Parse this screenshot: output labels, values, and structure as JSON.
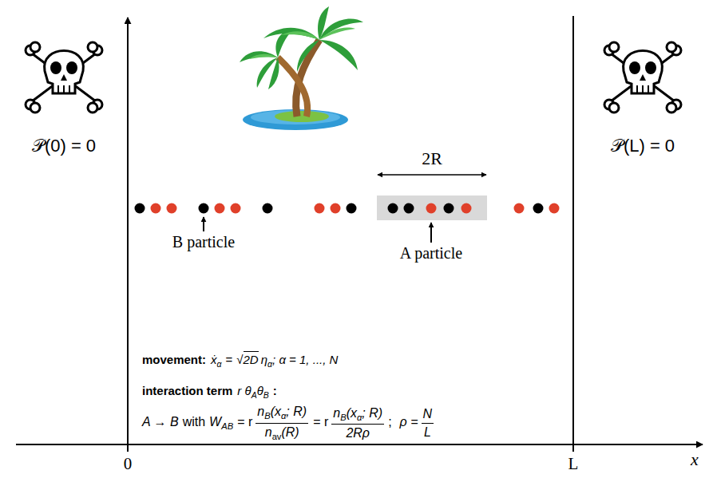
{
  "diagram": {
    "labels": [
      "𝒫(0) = 0",
      "𝒫(L) = 0",
      "2R",
      "B particle",
      "A particle",
      "movement:",
      "ẋ",
      "α",
      "=",
      "√",
      "2D",
      "η",
      "α",
      "; α = 1, ..., N",
      "interaction term",
      "r θ",
      "A",
      "θ",
      "B",
      ":",
      "A → B",
      "with",
      "W",
      "AB",
      "= r",
      "n",
      "B",
      "(x",
      "α",
      "; R)",
      "n",
      "av",
      "(R)",
      "= r",
      "n",
      "B",
      "(x",
      "α",
      "; R)",
      "2Rρ",
      ";",
      "ρ =",
      "N",
      "L",
      "0",
      "L",
      "x"
    ]
  }
}
